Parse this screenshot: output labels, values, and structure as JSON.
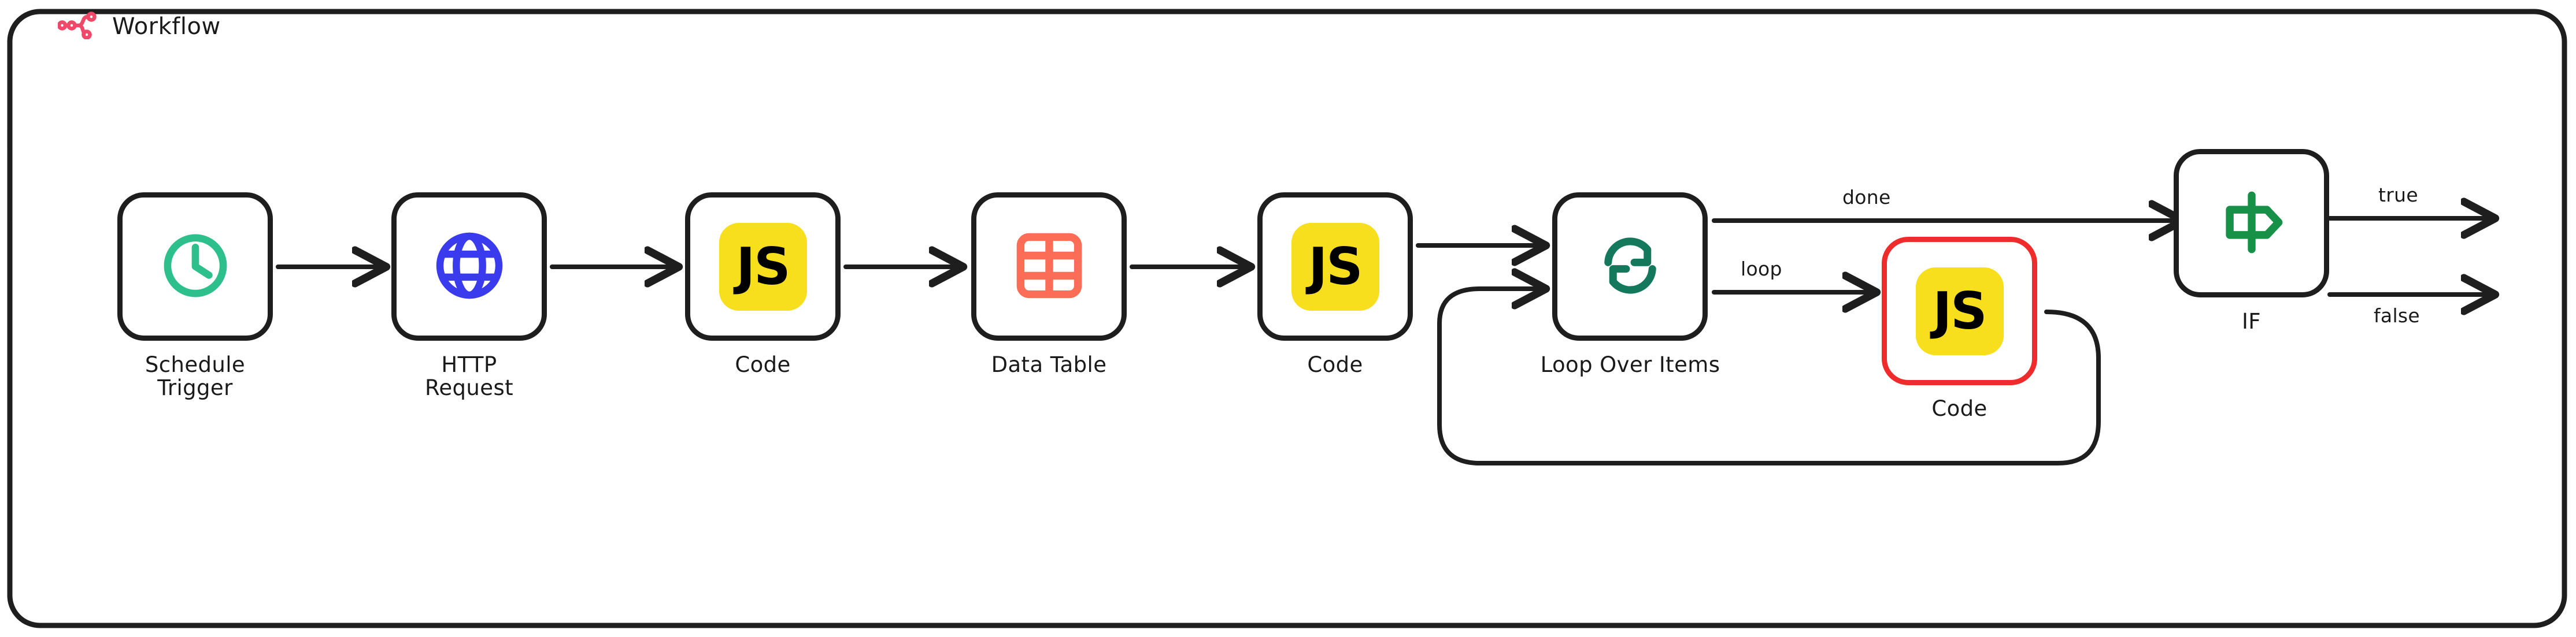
{
  "frame": {
    "title": "Workflow",
    "icon": "workflow-icon",
    "icon_color": "#ef4868",
    "border_color": "#1e1e1e",
    "background": "#ffffff"
  },
  "nodes": [
    {
      "id": "schedule-trigger",
      "label": "Schedule\nTrigger",
      "icon": "clock-icon",
      "icon_color": "#2ec08c",
      "border_color": "#1e1e1e",
      "state": "normal"
    },
    {
      "id": "http-request",
      "label": "HTTP\nRequest",
      "icon": "globe-icon",
      "icon_color": "#3b3bee",
      "border_color": "#1e1e1e",
      "state": "normal"
    },
    {
      "id": "code-1",
      "label": "Code",
      "icon": "js-icon",
      "icon_color": "#f7df1e",
      "icon_text": "JS",
      "border_color": "#1e1e1e",
      "state": "normal"
    },
    {
      "id": "data-table",
      "label": "Data Table",
      "icon": "table-icon",
      "icon_color": "#fc6d57",
      "border_color": "#1e1e1e",
      "state": "normal"
    },
    {
      "id": "code-2",
      "label": "Code",
      "icon": "js-icon",
      "icon_color": "#f7df1e",
      "icon_text": "JS",
      "border_color": "#1e1e1e",
      "state": "normal"
    },
    {
      "id": "loop-over-items",
      "label": "Loop Over Items",
      "icon": "loop-refresh-icon",
      "icon_color": "#14795c",
      "border_color": "#1e1e1e",
      "state": "normal"
    },
    {
      "id": "code-3",
      "label": "Code",
      "icon": "js-icon",
      "icon_color": "#f7df1e",
      "icon_text": "JS",
      "border_color": "#ef2b2b",
      "state": "error"
    },
    {
      "id": "if",
      "label": "IF",
      "icon": "signpost-icon",
      "icon_color": "#179148",
      "border_color": "#1e1e1e",
      "state": "normal"
    }
  ],
  "edge_labels": {
    "done": "done",
    "loop": "loop",
    "true": "true",
    "false": "false"
  }
}
